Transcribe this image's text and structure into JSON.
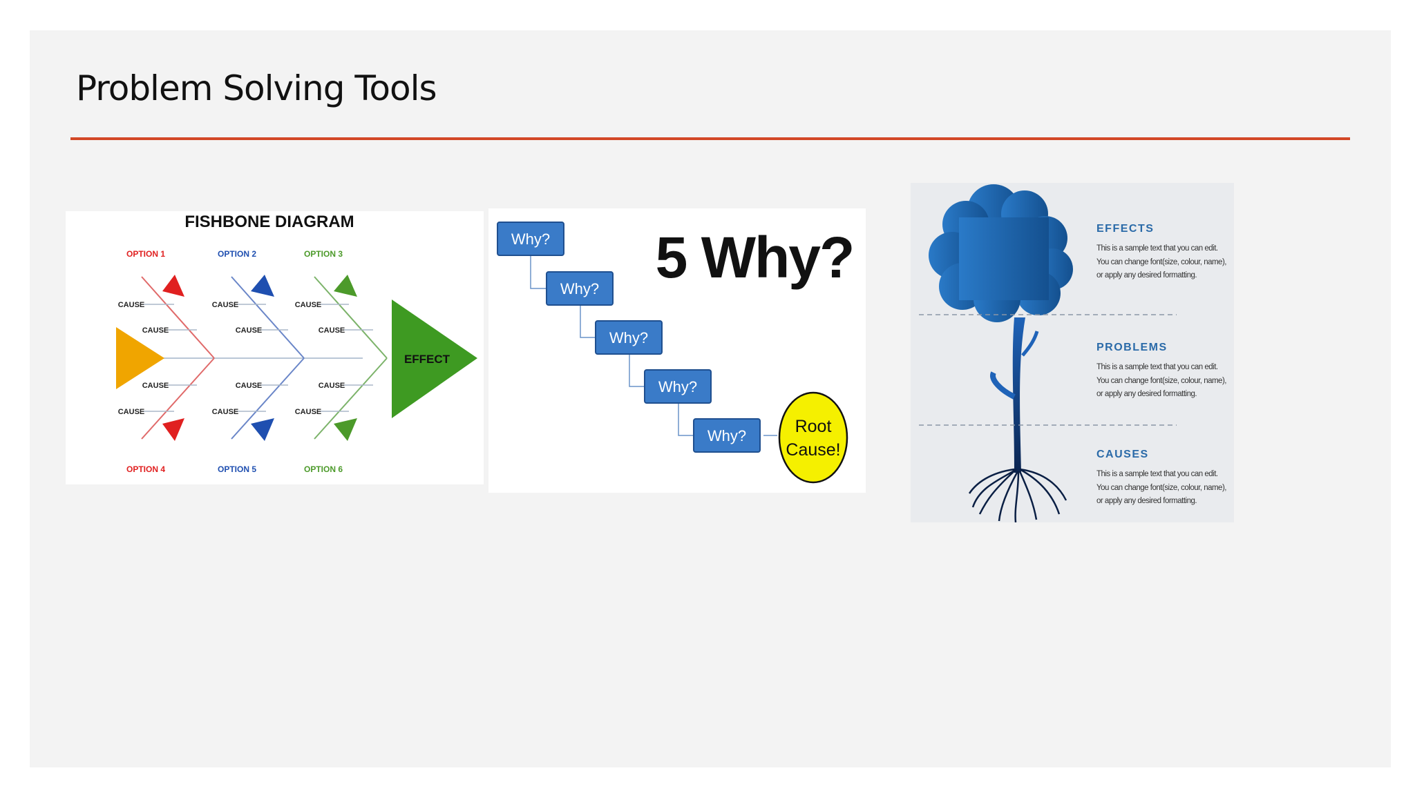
{
  "slide": {
    "title": "Problem Solving Tools",
    "accent_color": "#d24726"
  },
  "fishbone": {
    "title": "FISHBONE DIAGRAM",
    "effect_label": "EFFECT",
    "options_top": [
      "OPTION 1",
      "OPTION 2",
      "OPTION 3"
    ],
    "options_bottom": [
      "OPTION 4",
      "OPTION 5",
      "OPTION 6"
    ],
    "cause_label": "CAUSE",
    "colors": {
      "option1": "#e02020",
      "option2": "#1f4fb0",
      "option3": "#4c9a2a",
      "effect": "#3e9a22",
      "head": "#f0a500"
    }
  },
  "five_why": {
    "title": "5 Why?",
    "steps": [
      "Why?",
      "Why?",
      "Why?",
      "Why?",
      "Why?"
    ],
    "root_line1": "Root",
    "root_line2": "Cause!",
    "box_color": "#3a7bc8",
    "root_color": "#f5f000"
  },
  "tree": {
    "sections": [
      {
        "heading": "EFFECTS",
        "lines": [
          "This is a sample text that you can edit.",
          "You can change font(size, colour, name),",
          "or apply any desired formatting."
        ]
      },
      {
        "heading": "PROBLEMS",
        "lines": [
          "This is a sample text that you can edit.",
          "You can change font(size, colour, name),",
          "or apply any desired formatting."
        ]
      },
      {
        "heading": "CAUSES",
        "lines": [
          "This is a sample text that you can edit.",
          "You can change font(size, colour, name),",
          "or apply any desired formatting."
        ]
      }
    ],
    "crown_color": "#1d62a8",
    "trunk_color": "#0e2f6a"
  }
}
